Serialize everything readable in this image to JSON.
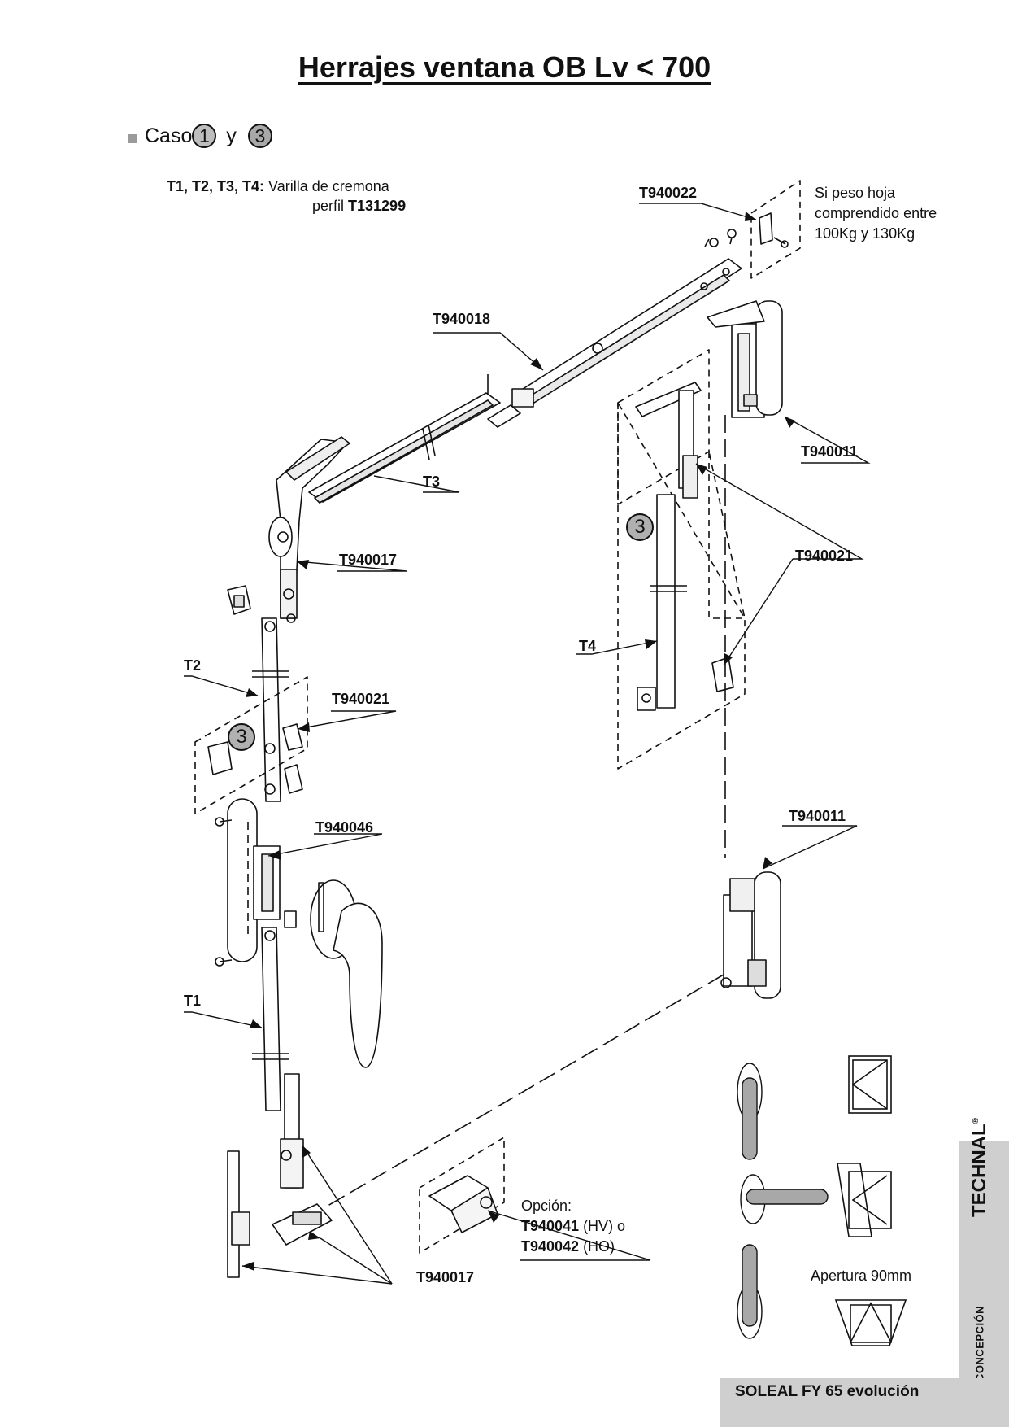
{
  "title": "Herrajes ventana OB Lv < 700",
  "caso": {
    "word": "Caso",
    "num1": "1",
    "conj": "y",
    "num2": "3"
  },
  "varilla": {
    "codes": "T1, T2, T3, T4:",
    "line1": "Varilla de cremona",
    "line2_pre": "perfil ",
    "line2_code": "T131299"
  },
  "peso_note": [
    "Si peso hoja",
    "comprendido entre",
    "100Kg y 130Kg"
  ],
  "labels": {
    "t940022": "T940022",
    "t940018": "T940018",
    "t940011_top": "T940011",
    "t940021_right": "T940021",
    "t3": "T3",
    "t940017_top": "T940017",
    "t2": "T2",
    "t940021_left": "T940021",
    "t4": "T4",
    "t940046": "T940046",
    "t940011_bottom": "T940011",
    "t1": "T1",
    "t940017_bottom": "T940017"
  },
  "circle_three": "3",
  "option": {
    "title": "Opción:",
    "code1": "T940041",
    "suffix1": " (HV) o",
    "code2": "T940042",
    "suffix2": " (HO)"
  },
  "apertura": "Apertura 90mm",
  "brand": "TECHNAL",
  "concepcion": "CONCEPCIÓN",
  "footer": "SOLEAL FY 65 evolución",
  "colors": {
    "accent_gray": "#cfcfcf",
    "circle_fill": "#b0b0b0"
  }
}
